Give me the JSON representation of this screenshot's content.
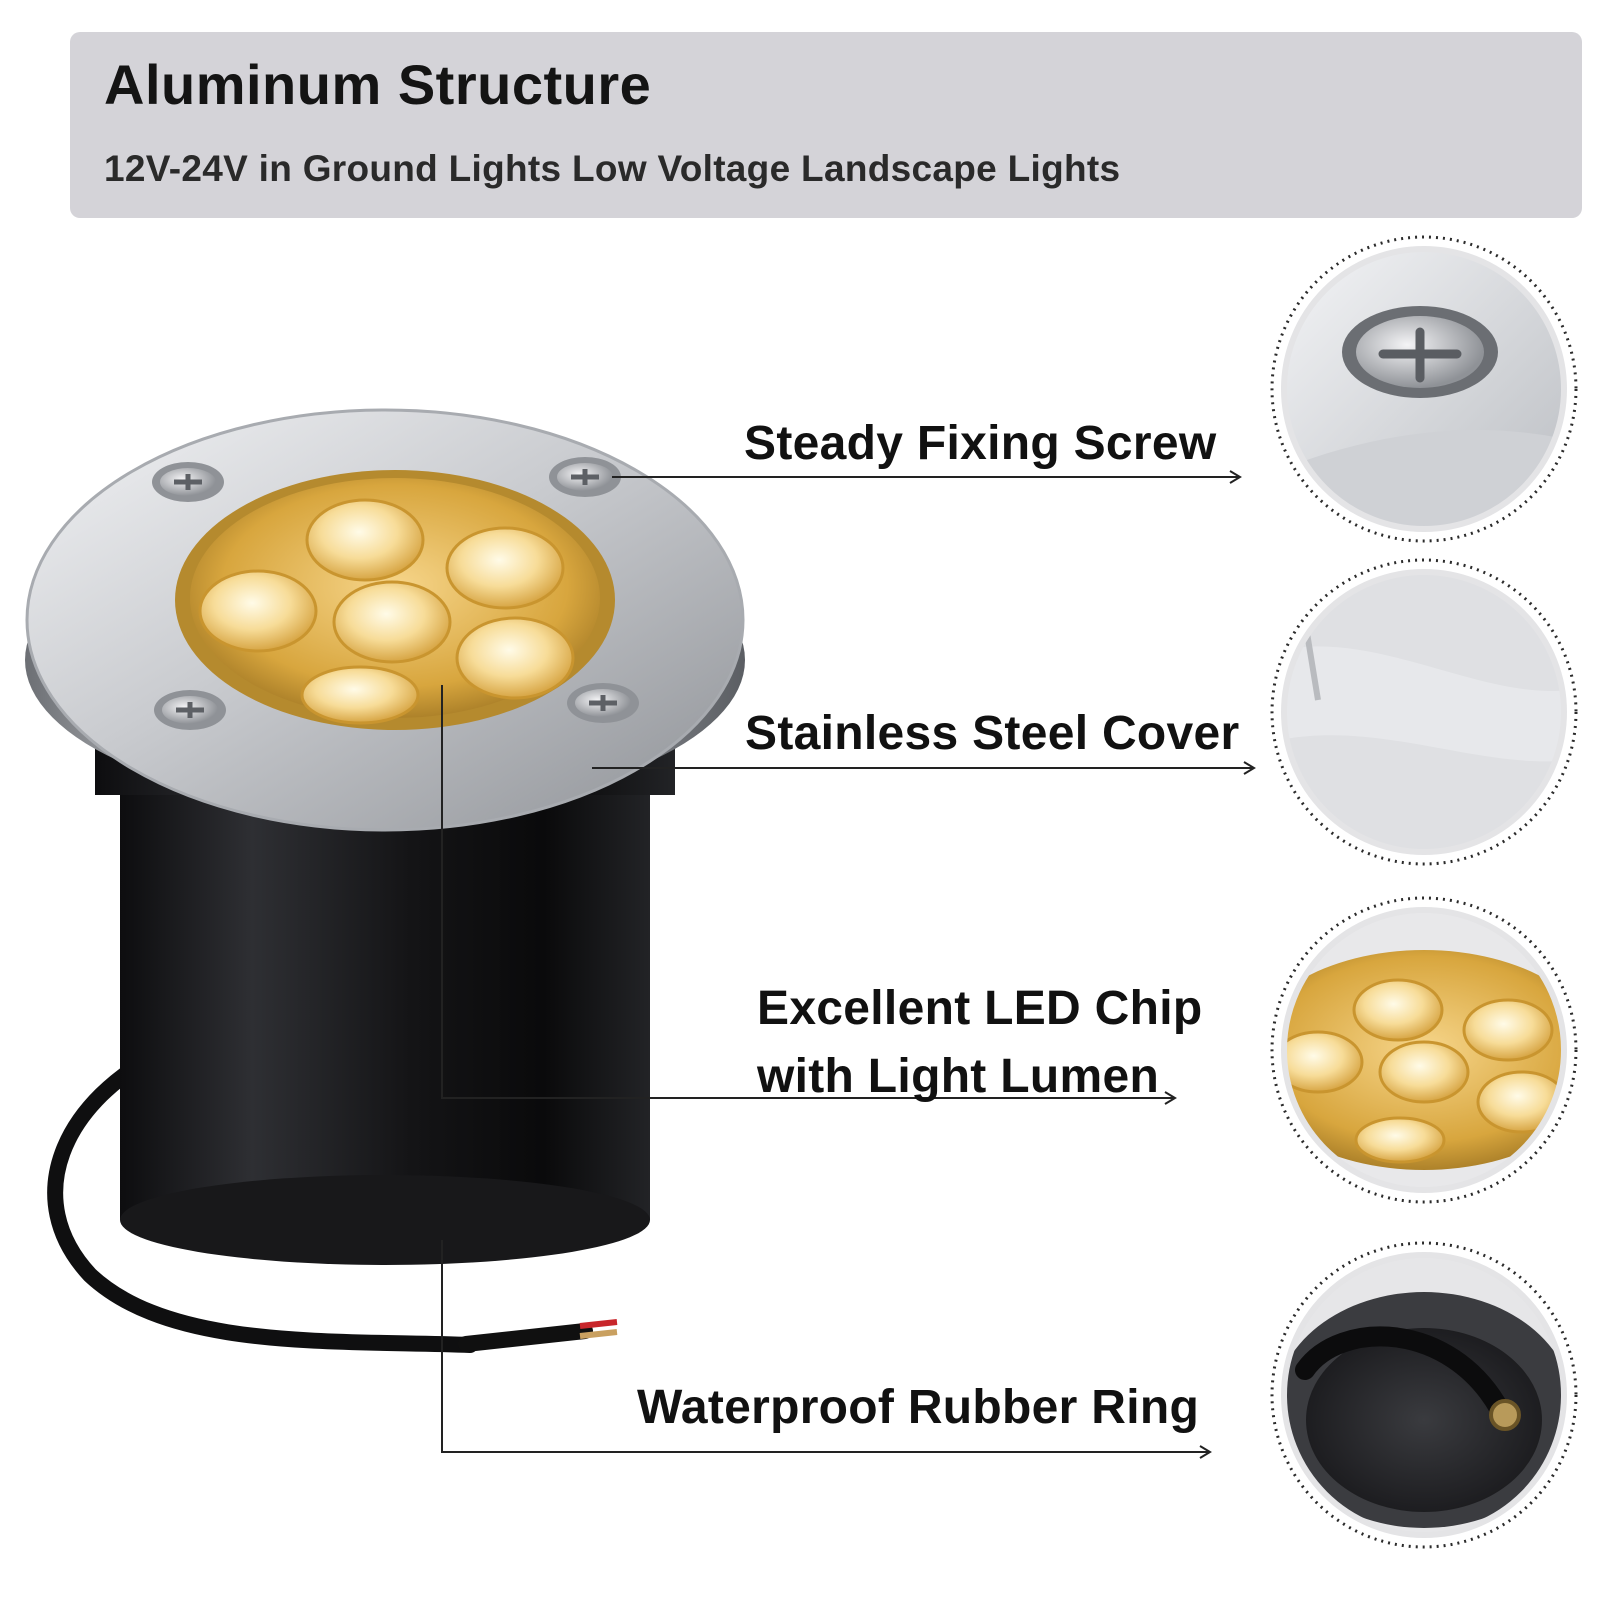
{
  "banner": {
    "title": "Aluminum Structure",
    "subtitle": "12V-24V in Ground Lights Low Voltage Landscape Lights"
  },
  "callouts": [
    {
      "label": "Steady Fixing Screw"
    },
    {
      "label": "Stainless Steel Cover"
    },
    {
      "label_lines": [
        "Excellent LED Chip",
        "with Light Lumen"
      ]
    },
    {
      "label": "Waterproof Rubber Ring"
    }
  ],
  "colors": {
    "banner_bg": "#d4d3d8",
    "led_warm": "#f3c766",
    "steel": "#c7c9cc",
    "body": "#1c1c1e"
  }
}
